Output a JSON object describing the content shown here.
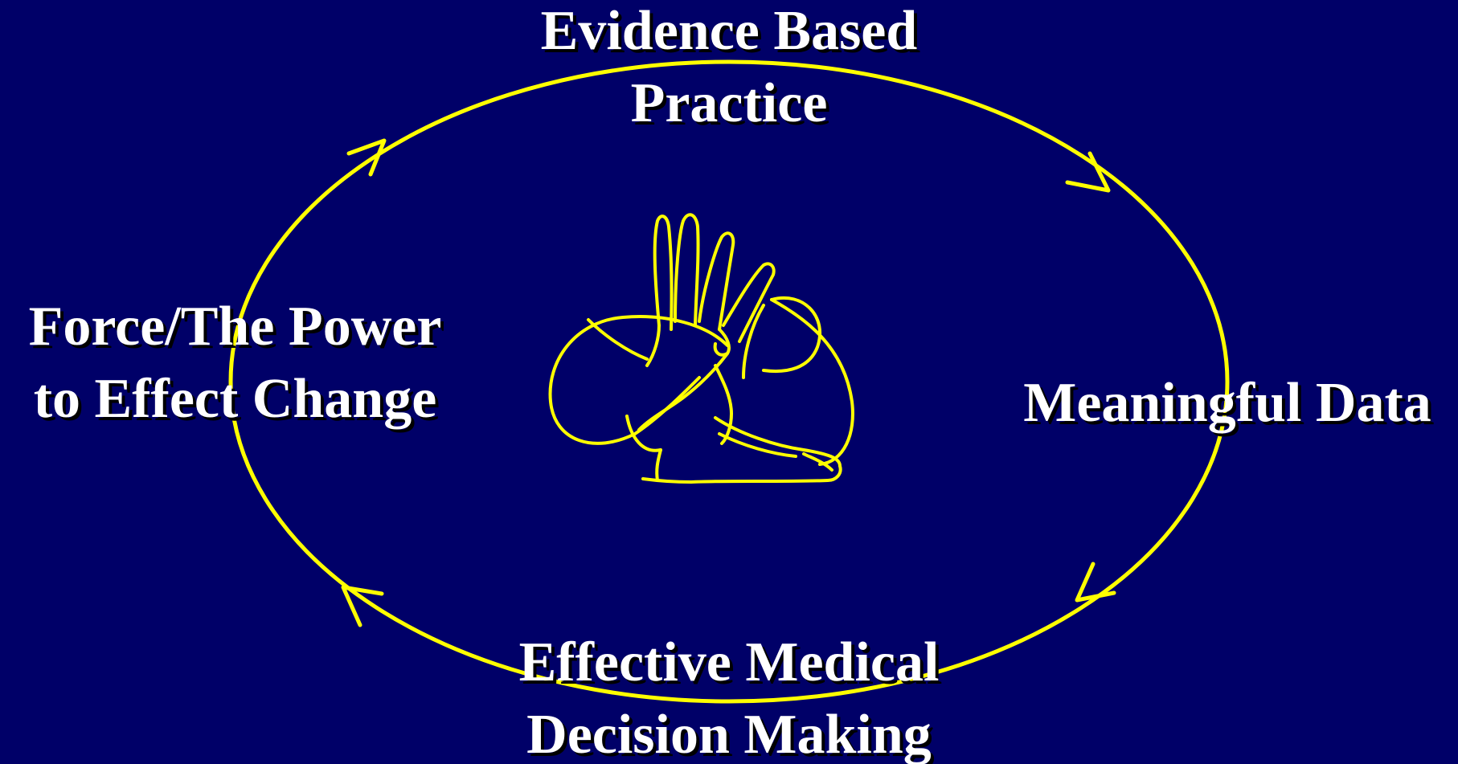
{
  "diagram": {
    "colors": {
      "background": "#000068",
      "cycle_stroke": "#ffff00",
      "text": "#ffffff",
      "text_shadow": "#000000"
    },
    "center_icon": "hand-icon",
    "cycle_direction": "clockwise",
    "nodes": {
      "top": {
        "line1": "Evidence Based",
        "line2": "Practice"
      },
      "right": {
        "line1": "Meaningful Data"
      },
      "bottom": {
        "line1": "Effective Medical",
        "line2": "Decision Making"
      },
      "left": {
        "line1": "Force/The Power",
        "line2": "to Effect Change"
      }
    }
  }
}
